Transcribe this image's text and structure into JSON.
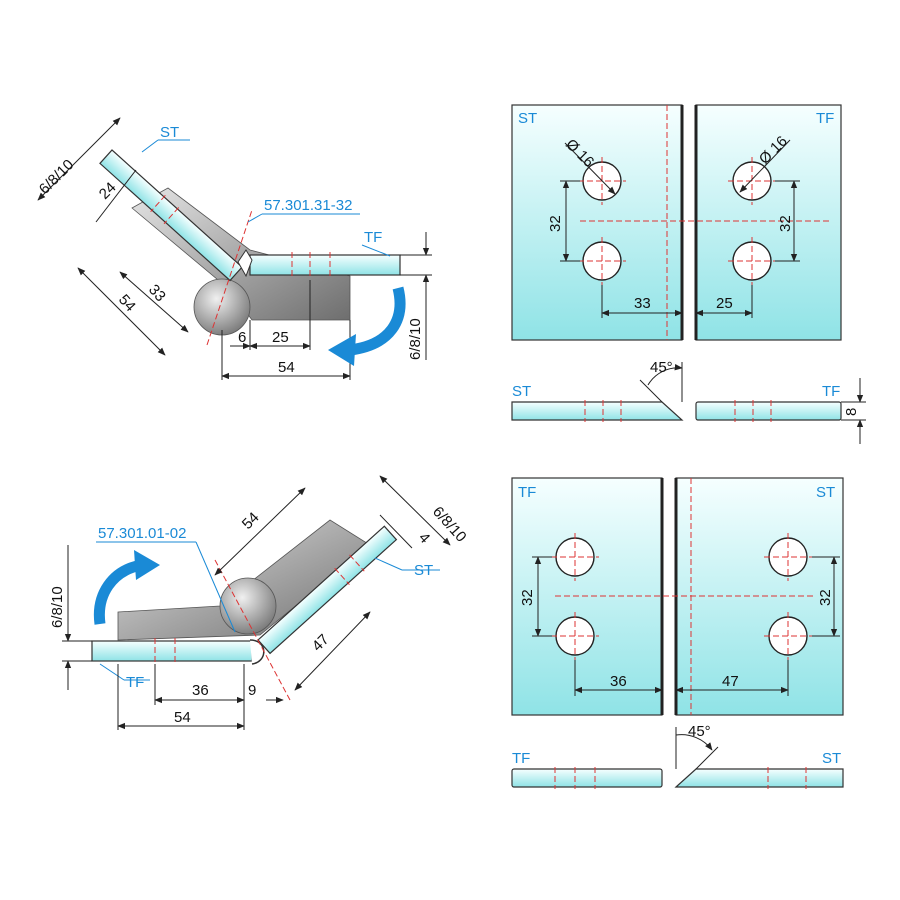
{
  "top_left": {
    "thickness": "6/8/10",
    "d24": "24",
    "d33": "33",
    "d54a": "54",
    "d6": "6",
    "d25": "25",
    "d54b": "54",
    "thickness_right": "6/8/10",
    "label_st": "ST",
    "label_tf": "TF",
    "part_number": "57.301.31-32"
  },
  "top_right": {
    "panel_st": "ST",
    "panel_tf": "TF",
    "hole_st": "Ø 16",
    "hole_tf": "Ø 16",
    "spacing_left": "32",
    "spacing_right": "32",
    "offset_st": "33",
    "offset_tf": "25",
    "edge_angle": "45°",
    "edge_st": "ST",
    "edge_tf": "TF",
    "edge_thickness": "8"
  },
  "bottom_left": {
    "d54_top": "54",
    "thickness_top": "6/8/10",
    "d4": "4",
    "label_st": "ST",
    "part_number": "57.301.01-02",
    "thickness_left": "6/8/10",
    "d47": "47",
    "label_tf": "TF",
    "d36": "36",
    "d9": "9",
    "d54_bottom": "54"
  },
  "bottom_right": {
    "panel_tf": "TF",
    "panel_st": "ST",
    "spacing_left": "32",
    "spacing_right": "32",
    "offset_tf": "36",
    "offset_st": "47",
    "edge_angle": "45°",
    "edge_tf": "TF",
    "edge_st": "ST"
  },
  "colors": {
    "arrow": "#1a8ad6",
    "label": "#1a8ad6",
    "centerline": "#d33333",
    "glass_light": "#f4ffff",
    "glass_dark": "#8fe5e8"
  }
}
